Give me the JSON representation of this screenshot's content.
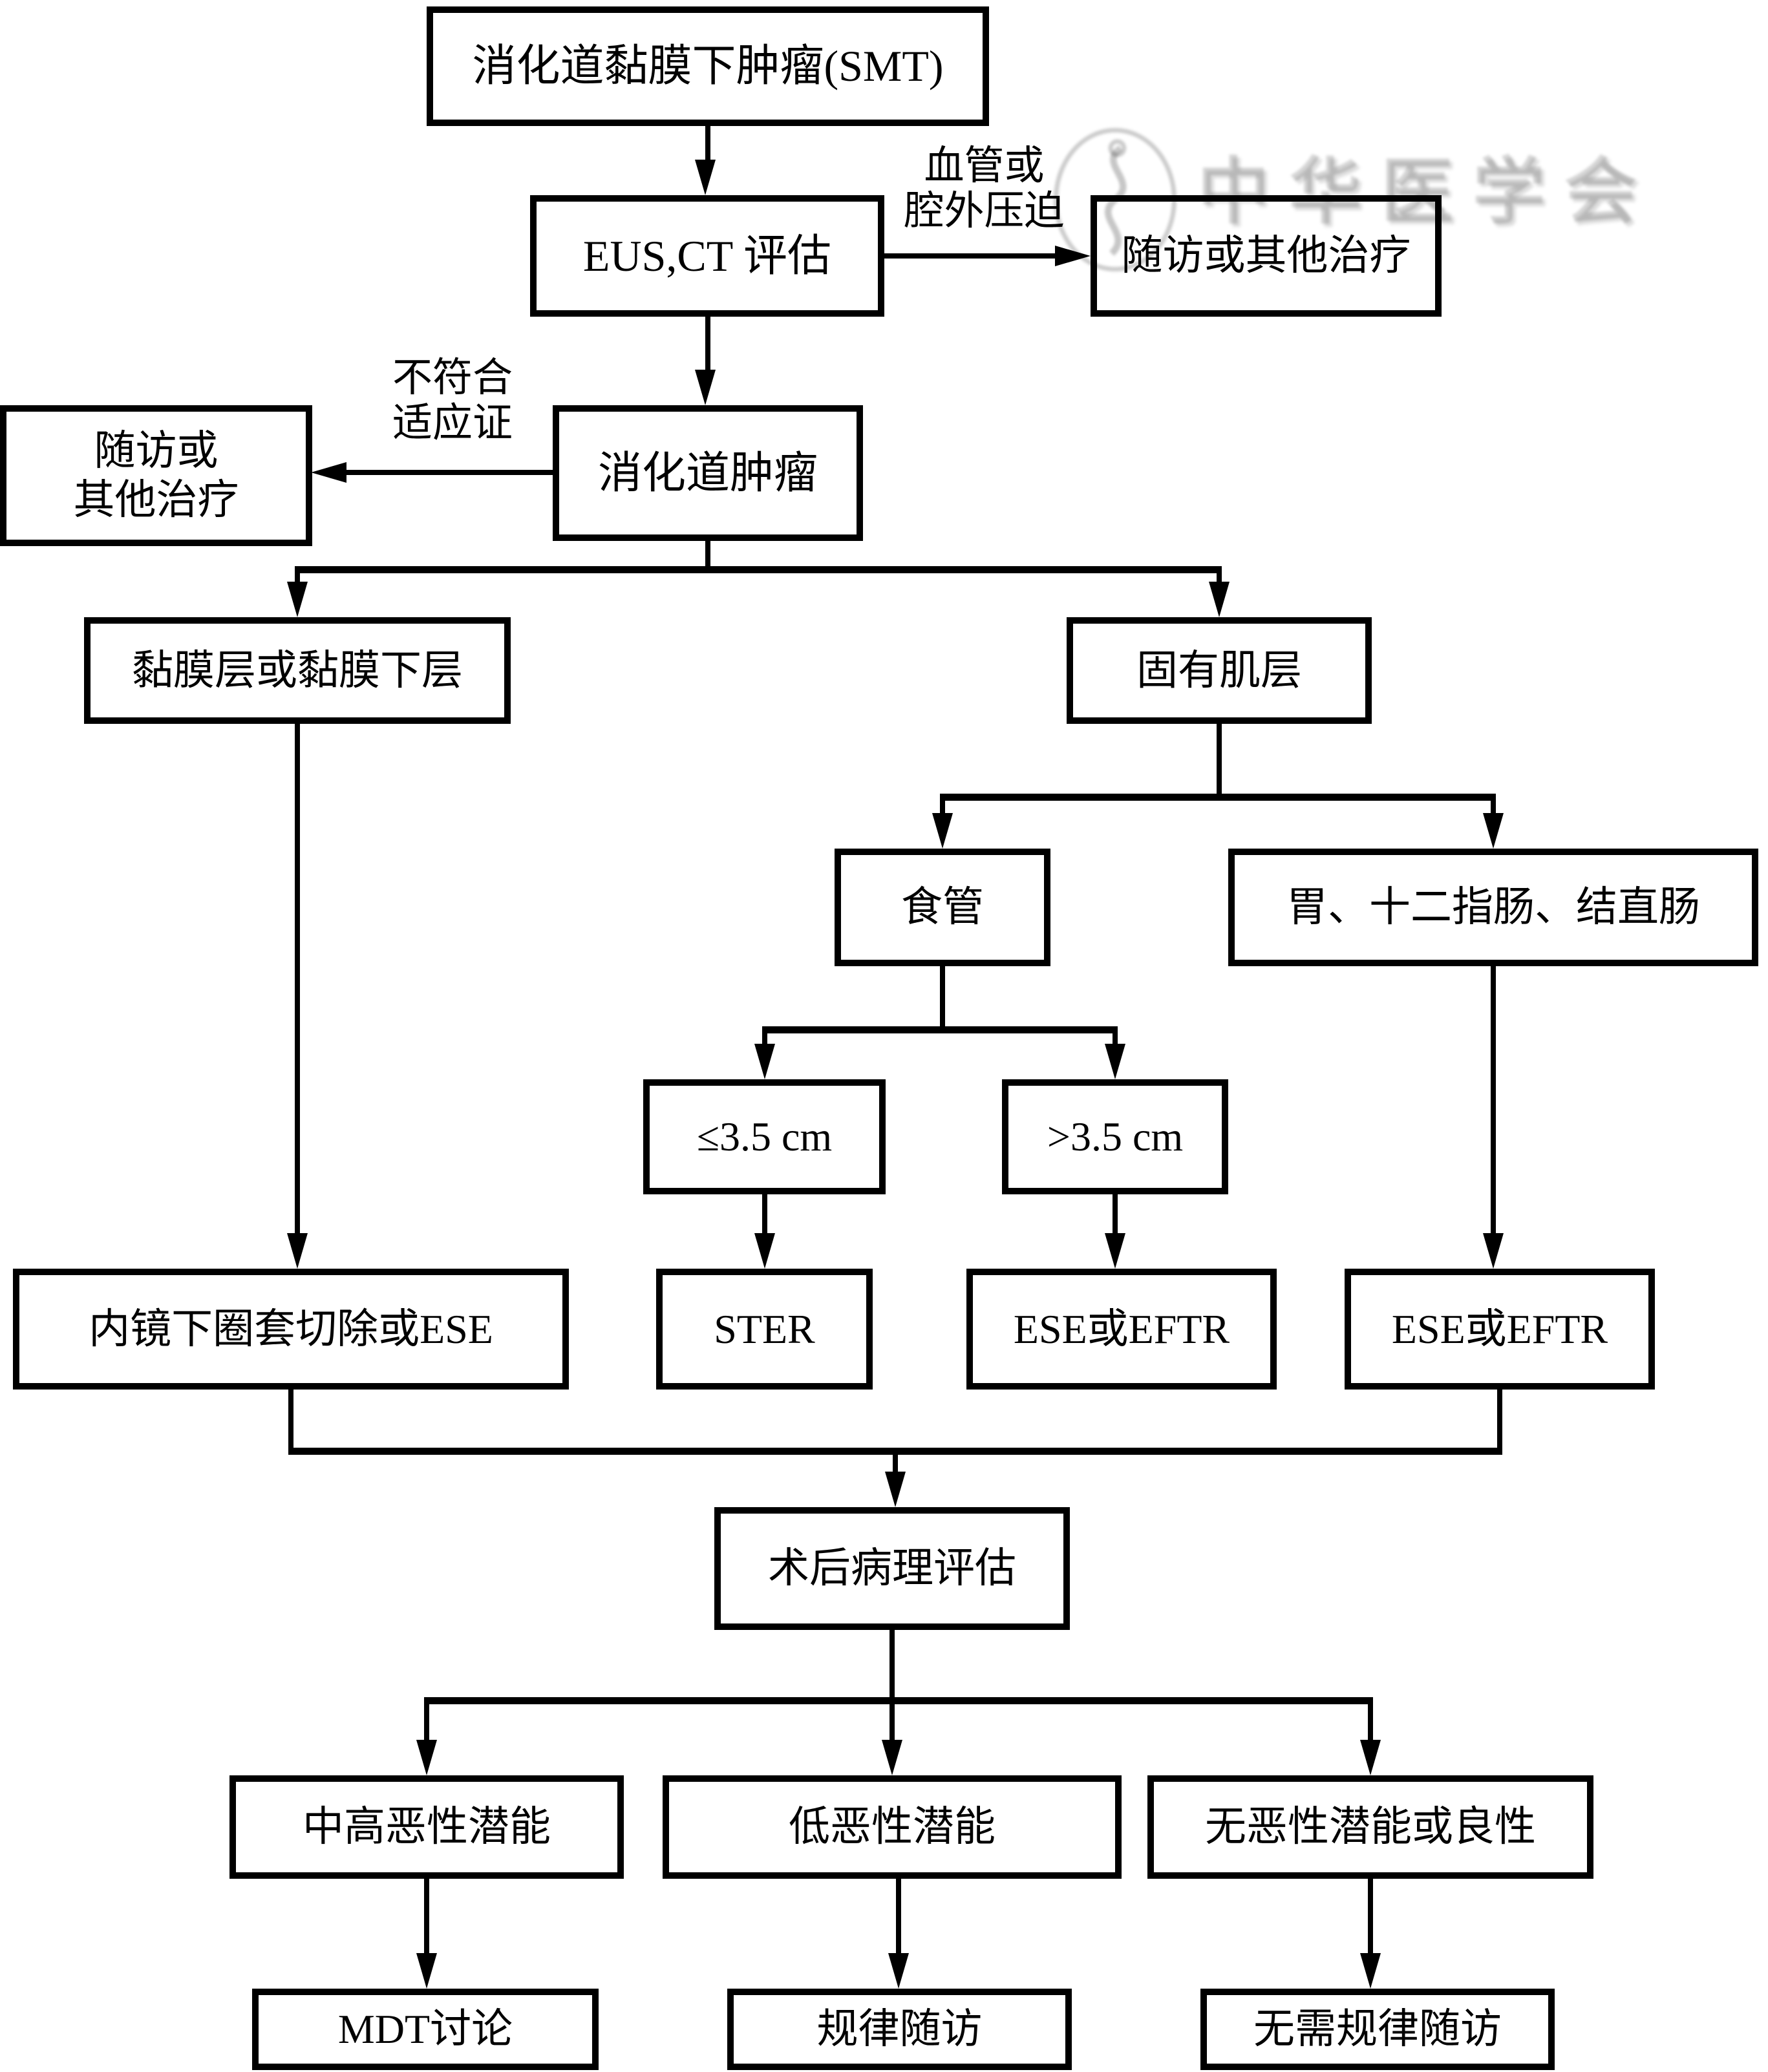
{
  "watermark": {
    "text": "中华医学会"
  },
  "nodes": {
    "smt": {
      "label": "消化道黏膜下肿瘤(SMT)"
    },
    "eus_ct": {
      "label": "EUS,CT 评估"
    },
    "followup_top": {
      "label": "随访或其他治疗"
    },
    "tumor": {
      "label": "消化道肿瘤"
    },
    "followup_left": {
      "lines": [
        "随访或",
        "其他治疗"
      ]
    },
    "mucosa": {
      "label": "黏膜层或黏膜下层"
    },
    "muscularis": {
      "label": "固有肌层"
    },
    "esophagus": {
      "label": "食管"
    },
    "stomach_duodenum_colorectum": {
      "label": "胃、十二指肠、结直肠"
    },
    "le_35cm": {
      "label": "≤3.5 cm"
    },
    "gt_35cm": {
      "label": ">3.5 cm"
    },
    "snare_or_ese": {
      "label": "内镜下圈套切除或ESE"
    },
    "ster": {
      "label": "STER"
    },
    "ese_or_eftr_esophagus": {
      "label": "ESE或EFTR"
    },
    "ese_or_eftr_stomach": {
      "label": "ESE或EFTR"
    },
    "pathology": {
      "label": "术后病理评估"
    },
    "mid_high_potential": {
      "label": "中高恶性潜能"
    },
    "low_potential": {
      "label": "低恶性潜能"
    },
    "no_potential_benign": {
      "label": "无恶性潜能或良性"
    },
    "mdt": {
      "label": "MDT讨论"
    },
    "regular_followup": {
      "label": "规律随访"
    },
    "no_regular_followup": {
      "label": "无需规律随访"
    }
  },
  "edge_labels": {
    "vascular_compression": {
      "lines": [
        "血管或",
        "腔外压迫"
      ]
    },
    "not_meet_indication": {
      "lines": [
        "不符合",
        "适应证"
      ]
    }
  }
}
